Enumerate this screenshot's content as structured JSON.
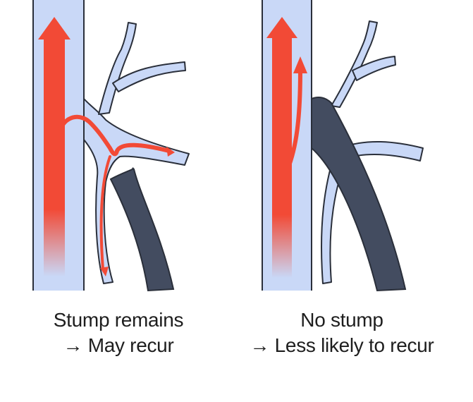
{
  "colors": {
    "vein_fill": "#c9d8f7",
    "vein_edge": "#2a2f3a",
    "flow": "#f24a36",
    "ligated_vein": "#434c60",
    "text": "#1e1e1e"
  },
  "panels": [
    {
      "id": "left",
      "caption_line1": "Stump remains",
      "caption_line2": "→ May recur"
    },
    {
      "id": "right",
      "caption_line1": "No stump",
      "caption_line2": "→ Less likely to recur"
    }
  ]
}
